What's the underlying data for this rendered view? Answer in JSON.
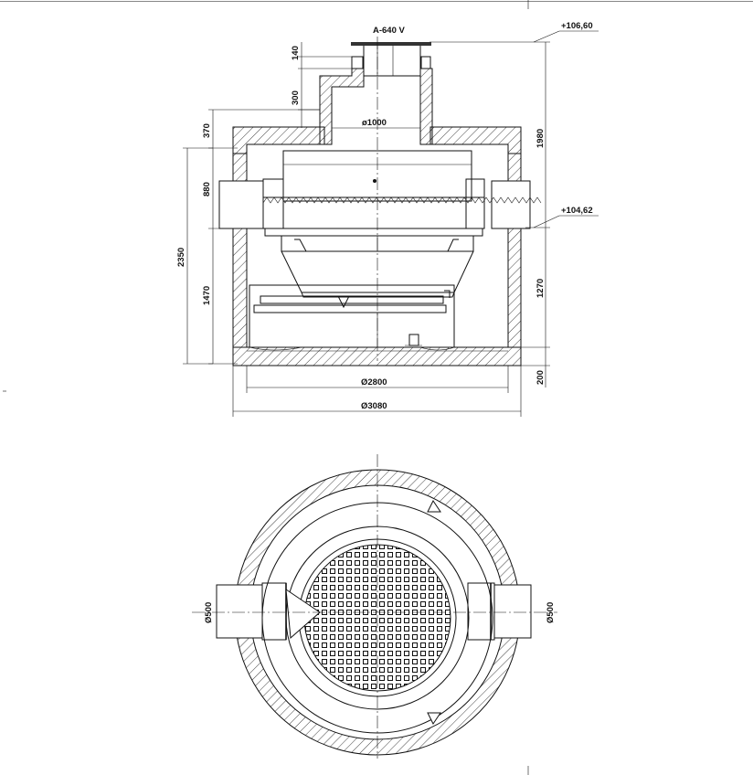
{
  "section": {
    "title": "A-640 V",
    "elevation_top": "+106,60",
    "elevation_pipe": "+104,62",
    "dim_140": "140",
    "dim_300": "300",
    "dim_370": "370",
    "dim_880": "880",
    "dim_1470": "1470",
    "dim_2350": "2350",
    "dim_1980": "1980",
    "dim_1270": "1270",
    "dim_200": "200",
    "dia_1000": "ø1000",
    "dia_2800": "Ø2800",
    "dia_3080": "Ø3080"
  },
  "plan": {
    "pipe_left": "Ø500",
    "pipe_right": "Ø500"
  }
}
